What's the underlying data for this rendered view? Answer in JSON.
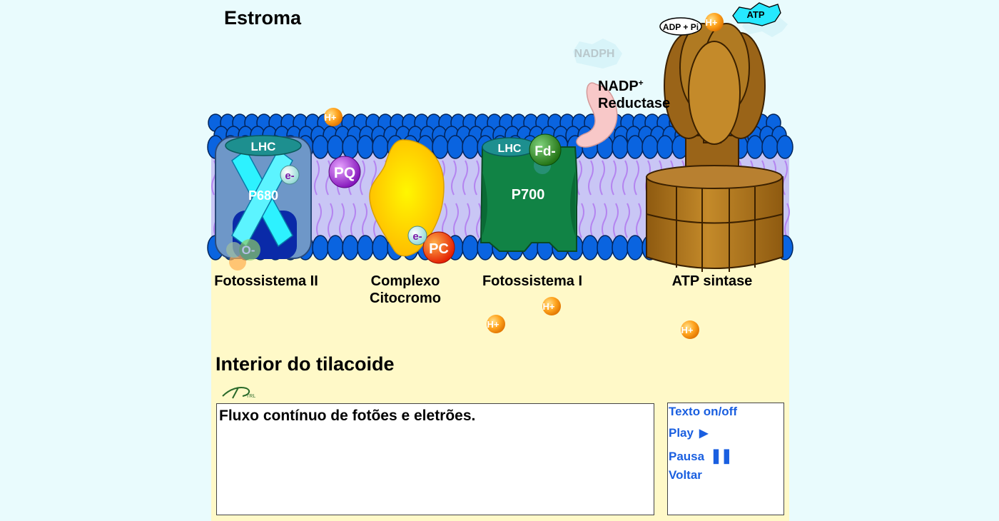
{
  "regions": {
    "stroma": "Estroma",
    "lumen": "Interior do tilacoide"
  },
  "complexes": {
    "psii": {
      "label": "Fotossistema II",
      "lhc": "LHC",
      "center": "P680"
    },
    "cytochrome": {
      "label": "Complexo Citocromo"
    },
    "psi": {
      "label": "Fotossistema I",
      "lhc": "LHC",
      "center": "P700"
    },
    "reductase": {
      "label": "NADP+ Reductase"
    },
    "atp_synthase": {
      "label": "ATP sintase"
    }
  },
  "carriers": {
    "pq": "PQ",
    "pc": "PC",
    "fd": "Fd-",
    "electron": "e-",
    "proton": "H+",
    "oxygen": "O-"
  },
  "molecules": {
    "nadph": "NADPH",
    "adp": "ADP + Pi",
    "atp": "ATP"
  },
  "description": "Fluxo contínuo de fotões e eletrões.",
  "controls": {
    "text_toggle": "Texto on/off",
    "play": "Play",
    "pause": "Pausa",
    "back": "Voltar"
  },
  "colors": {
    "membrane_heads": "#0a64e0",
    "membrane_core": "#c9c6f5",
    "lumen": "#fff9c8",
    "psii": "#6e97c8",
    "psi": "#118345",
    "cytochrome": "#ffd21c",
    "atp_synthase": "#b07a22",
    "link": "#1a5fe0"
  }
}
